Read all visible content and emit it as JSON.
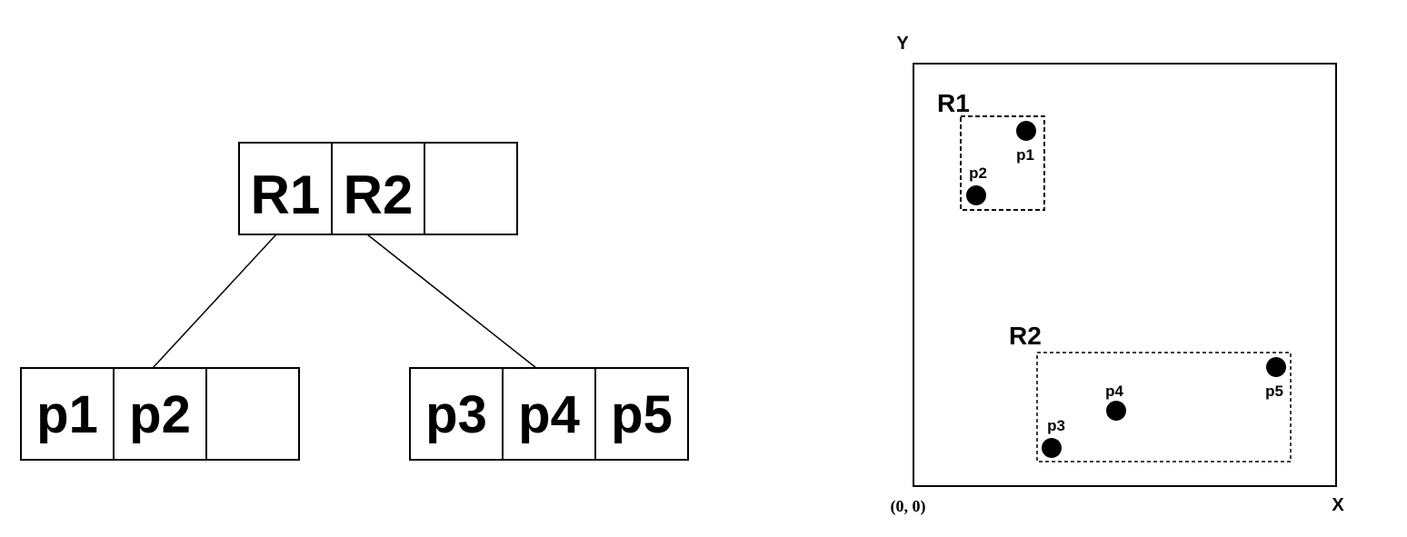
{
  "tree": {
    "root": {
      "cells": [
        "R1",
        "R2",
        ""
      ]
    },
    "left_leaf": {
      "cells": [
        "p1",
        "p2",
        ""
      ]
    },
    "right_leaf": {
      "cells": [
        "p3",
        "p4",
        "p5"
      ]
    }
  },
  "space": {
    "y_axis_label": "Y",
    "x_axis_label": "X",
    "origin_label": "(0, 0)",
    "regions": [
      {
        "label": "R1"
      },
      {
        "label": "R2"
      }
    ],
    "points": [
      {
        "label": "p1"
      },
      {
        "label": "p2"
      },
      {
        "label": "p3"
      },
      {
        "label": "p4"
      },
      {
        "label": "p5"
      }
    ]
  }
}
